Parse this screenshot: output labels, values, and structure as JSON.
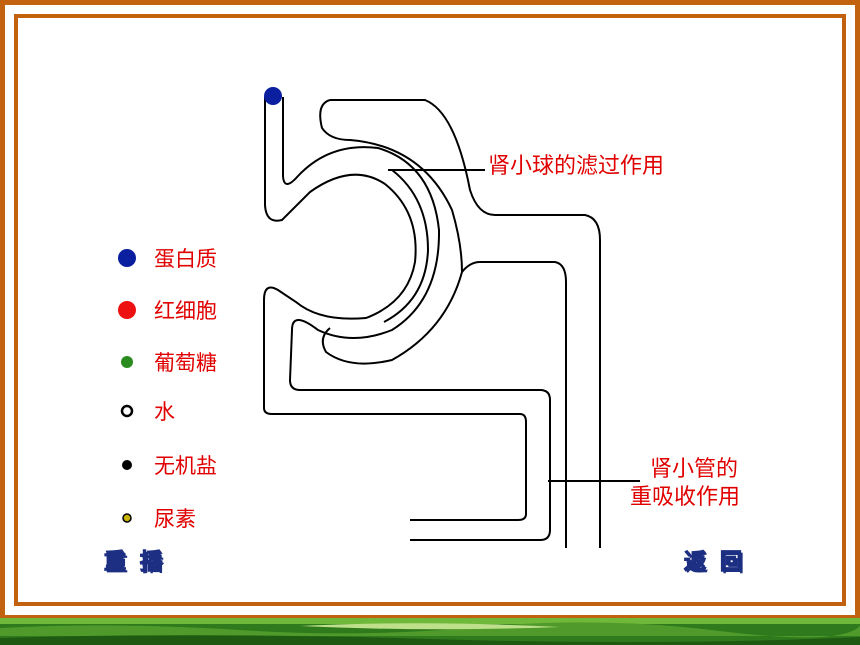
{
  "labels": {
    "glomerulus": "肾小球的滤过作用",
    "tubule_line1": "肾小管的",
    "tubule_line2": "重吸收作用"
  },
  "legend": [
    {
      "text": "蛋白质",
      "icon": "filled-circle",
      "color": "#0a1ea0"
    },
    {
      "text": "红细胞",
      "icon": "filled-circle",
      "color": "#ee1111"
    },
    {
      "text": "葡萄糖",
      "icon": "filled-circle",
      "color": "#2a8c1e"
    },
    {
      "text": "水",
      "icon": "hollow-circle",
      "color": "#000000"
    },
    {
      "text": "无机盐",
      "icon": "filled-circle",
      "color": "#000000"
    },
    {
      "text": "尿素",
      "icon": "ringed-dot",
      "color": "#c8b400"
    }
  ],
  "buttons": {
    "replay": [
      "重",
      "播"
    ],
    "back": [
      "返",
      "回"
    ]
  },
  "colors": {
    "frame": "#c2620e",
    "label_text": "#e10000",
    "button_text": "#5e8ae6"
  }
}
